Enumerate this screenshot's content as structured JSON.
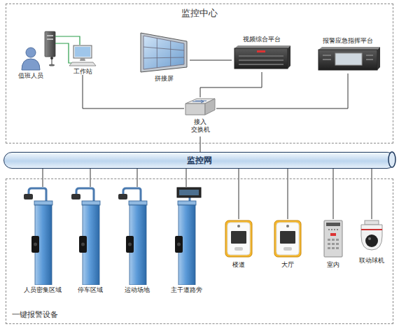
{
  "diagram": {
    "nodes": [
      {
        "text": [
          "监控中心"
        ]
      },
      {
        "text": [
          "值班人员"
        ],
        "in": 0
      },
      {
        "text": [
          "工作站"
        ],
        "in": 0
      },
      {
        "text": [
          "拼接屏"
        ],
        "in": 0
      },
      {
        "text": [
          "视频综合平台"
        ],
        "in": 0
      },
      {
        "text": [
          "报警应急指挥平台"
        ],
        "in": 0
      },
      {
        "text": [
          "接入 交换机"
        ],
        "in": 0
      },
      {
        "text": [
          "监控网"
        ]
      },
      {
        "text": [
          "一键报警设备"
        ]
      },
      {
        "text": [
          "人员密集区域"
        ],
        "in": 8
      },
      {
        "text": [
          "停车区域"
        ],
        "in": 8
      },
      {
        "text": [
          "运动场地"
        ],
        "in": 8
      },
      {
        "text": [
          "主干道路旁"
        ],
        "in": 8
      },
      {
        "text": [
          "楼道"
        ],
        "in": 8
      },
      {
        "text": [
          "大厅"
        ],
        "in": 8
      },
      {
        "text": [
          "室内"
        ],
        "in": 8
      },
      {
        "text": [
          "联动球机"
        ],
        "in": 8
      }
    ],
    "edges": [
      {
        "from": 2,
        "to": 6,
        "arrow": "none"
      },
      {
        "from": 3,
        "to": 4,
        "arrow": "none"
      },
      {
        "from": 4,
        "to": 6,
        "arrow": "none"
      },
      {
        "from": 5,
        "to": 6,
        "arrow": "none"
      },
      {
        "from": 6,
        "to": 7,
        "arrow": "none"
      },
      {
        "from": 7,
        "to": 9,
        "arrow": "none"
      },
      {
        "from": 7,
        "to": 10,
        "arrow": "none"
      },
      {
        "from": 7,
        "to": 11,
        "arrow": "none"
      },
      {
        "from": 7,
        "to": 12,
        "arrow": "none"
      },
      {
        "from": 7,
        "to": 13,
        "arrow": "none"
      },
      {
        "from": 7,
        "to": 14,
        "arrow": "none"
      },
      {
        "from": 7,
        "to": 15,
        "arrow": "none"
      },
      {
        "from": 7,
        "to": 16,
        "arrow": "none"
      }
    ]
  }
}
